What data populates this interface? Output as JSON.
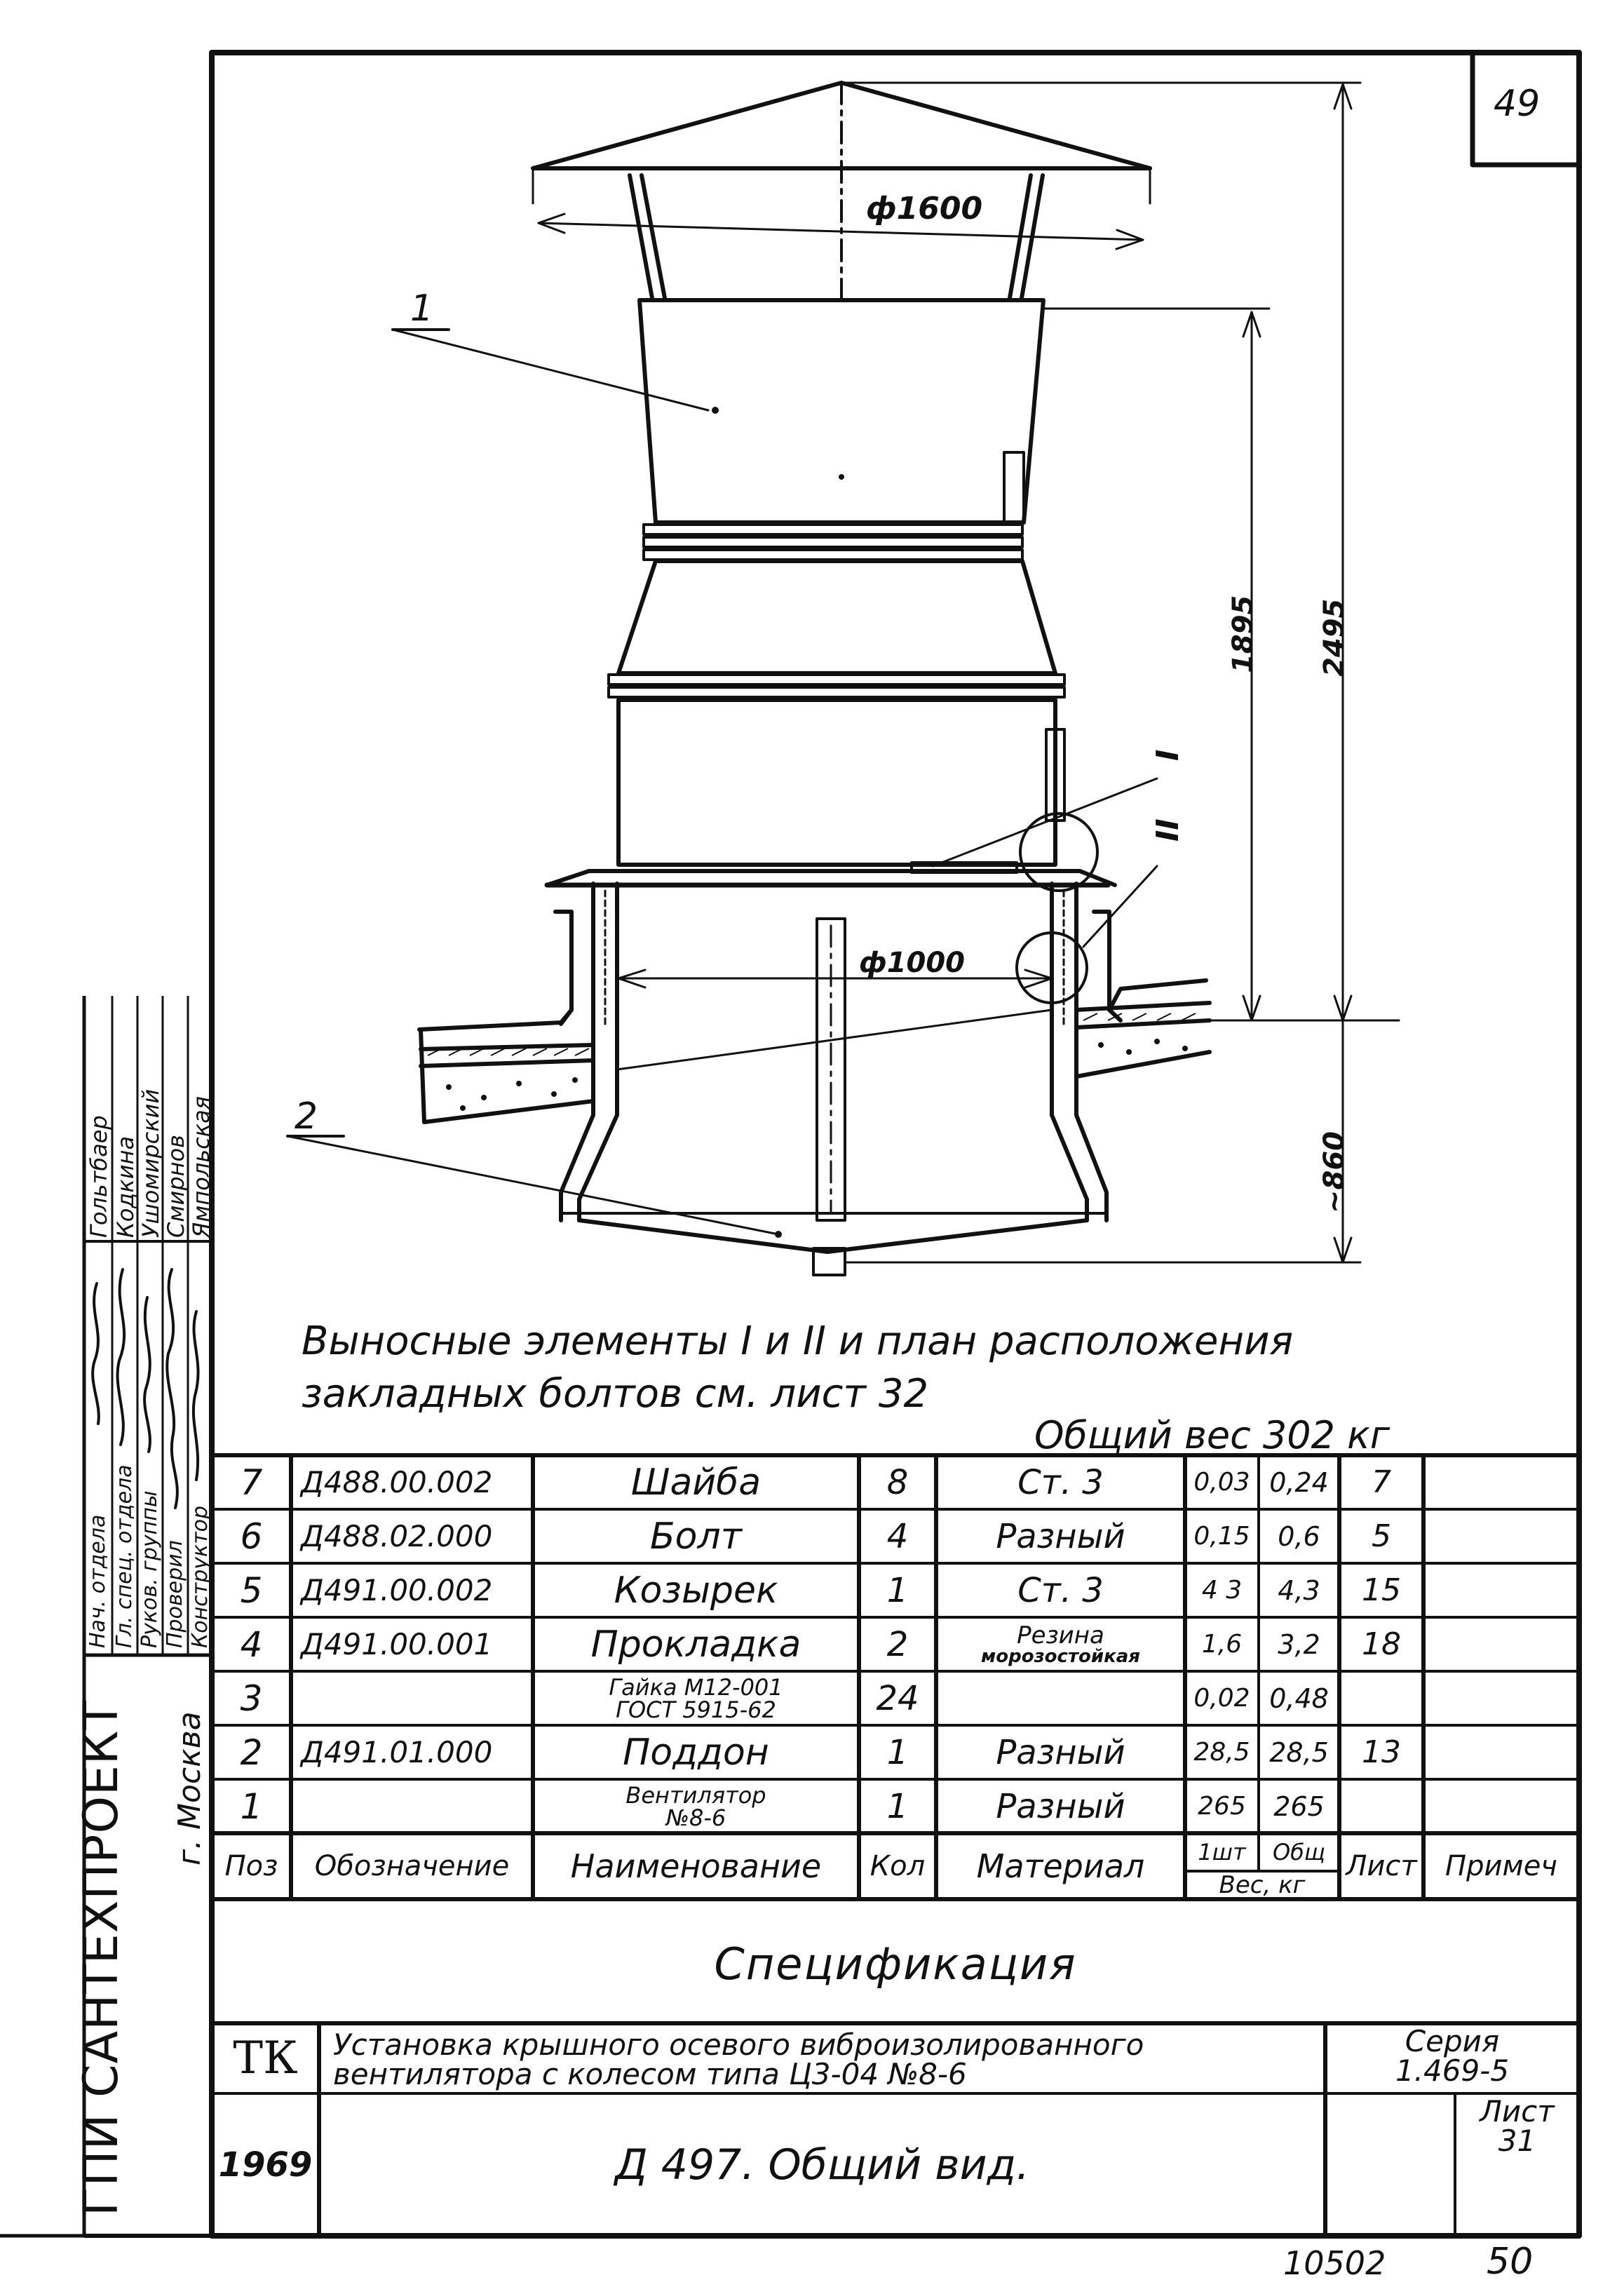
{
  "sheet_corner_number": "49",
  "drawing": {
    "dim_cap_diameter": "ф1600",
    "dim_duct_diameter": "ф1000",
    "dim_height_1": "1895",
    "dim_height_2": "2495",
    "dim_depth": "~860",
    "pos_label_1": "1",
    "pos_label_2": "2",
    "detail_I": "I",
    "detail_II": "II"
  },
  "note_line_1": "Выносные элементы I и II и план расположения",
  "note_line_2": "закладных болтов см. лист 32",
  "total_weight": "Общий вес 302 кг",
  "spec_rows": [
    {
      "pos": "7",
      "designation": "Д488.00.002",
      "name": "Шайба",
      "name2": "",
      "qty": "8",
      "material": "Ст. 3",
      "material2": "",
      "w_unit": "0,03",
      "w_total": "0,24",
      "sheet": "7",
      "note": ""
    },
    {
      "pos": "6",
      "designation": "Д488.02.000",
      "name": "Болт",
      "name2": "",
      "qty": "4",
      "material": "Разный",
      "material2": "",
      "w_unit": "0,15",
      "w_total": "0,6",
      "sheet": "5",
      "note": ""
    },
    {
      "pos": "5",
      "designation": "Д491.00.002",
      "name": "Козырек",
      "name2": "",
      "qty": "1",
      "material": "Ст. 3",
      "material2": "",
      "w_unit": "4 3",
      "w_total": "4,3",
      "sheet": "15",
      "note": ""
    },
    {
      "pos": "4",
      "designation": "Д491.00.001",
      "name": "Прокладка",
      "name2": "",
      "qty": "2",
      "material": "Резина",
      "material2": "морозостойкая",
      "w_unit": "1,6",
      "w_total": "3,2",
      "sheet": "18",
      "note": ""
    },
    {
      "pos": "3",
      "designation": "",
      "name": "Гайка М12-001",
      "name2": "ГОСТ 5915-62",
      "qty": "24",
      "material": "",
      "material2": "",
      "w_unit": "0,02",
      "w_total": "0,48",
      "sheet": "",
      "note": ""
    },
    {
      "pos": "2",
      "designation": "Д491.01.000",
      "name": "Поддон",
      "name2": "",
      "qty": "1",
      "material": "Разный",
      "material2": "",
      "w_unit": "28,5",
      "w_total": "28,5",
      "sheet": "13",
      "note": ""
    },
    {
      "pos": "1",
      "designation": "",
      "name": "Вентилятор",
      "name2": "№8-6",
      "qty": "1",
      "material": "Разный",
      "material2": "",
      "w_unit": "265",
      "w_total": "265",
      "sheet": "",
      "note": ""
    }
  ],
  "spec_header": {
    "pos": "Поз",
    "designation": "Обозначение",
    "name": "Наименование",
    "qty": "Кол",
    "material": "Материал",
    "w_unit": "1шт",
    "w_total": "Общ",
    "weight": "Вес, кг",
    "sheet": "Лист",
    "note": "Примеч"
  },
  "spec_title": "Спецификация",
  "title_block": {
    "tk": "ТК",
    "description_1": "Установка крышного осевого виброизолированного",
    "description_2": "вентилятора с колесом типа Ц3-04 №8-6",
    "series_label": "Серия",
    "series_value": "1.469-5",
    "year": "1969",
    "drawing_title": "Д 497. Общий вид.",
    "sheet_label": "Лист",
    "sheet_value": "31"
  },
  "side_stamp": {
    "org": "ГПИ САНТЕХПРОЕКТ",
    "city": "г. Москва",
    "roles": [
      "Нач. отдела",
      "Гл. спец. отдела",
      "Руков. группы",
      "Проверил",
      "Конструктор"
    ],
    "names": [
      "Гольтбаер",
      "Кодкина",
      "Ушомирский",
      "Смирнов",
      "Ямпольская"
    ]
  },
  "footer_left": "10502",
  "footer_right": "50"
}
